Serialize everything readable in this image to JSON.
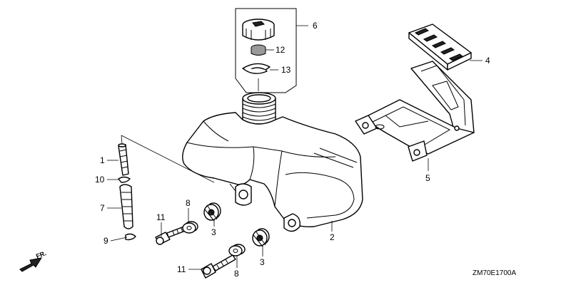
{
  "diagram": {
    "callouts": {
      "c1": "1",
      "c10": "10",
      "c7": "7",
      "c9": "9",
      "c11a": "11",
      "c11b": "11",
      "c8a": "8",
      "c8b": "8",
      "c3a": "3",
      "c3b": "3",
      "c2": "2",
      "c6": "6",
      "c12": "12",
      "c13": "13",
      "c4": "4",
      "c5": "5"
    },
    "front_marker": "FR.",
    "drawing_code": "ZM70E1700A"
  }
}
